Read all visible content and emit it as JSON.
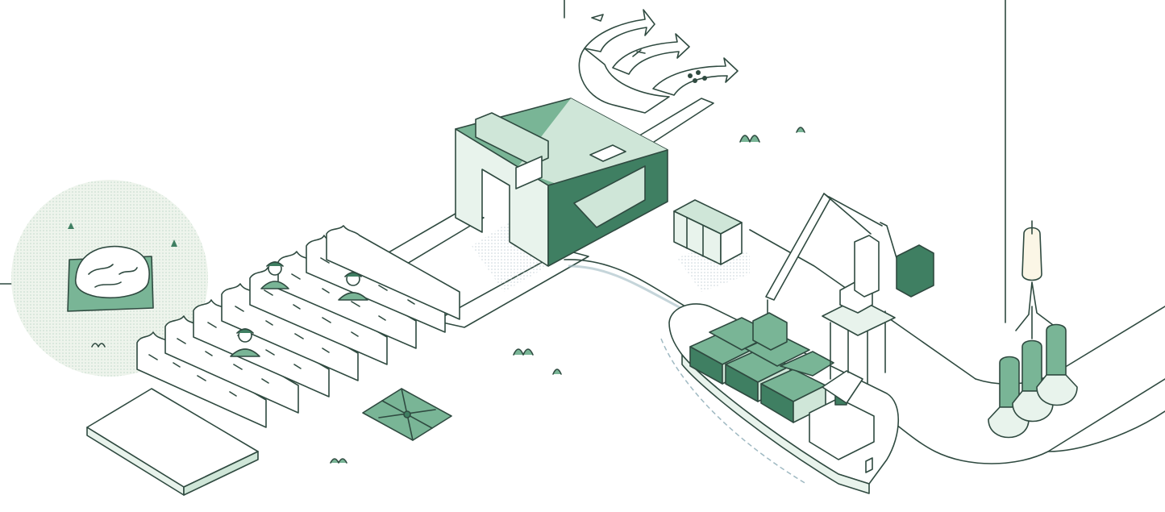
{
  "illustration": {
    "theme": "cotton supply chain",
    "stages": [
      "cotton-sample",
      "cotton-field",
      "pickers",
      "cotton-bale",
      "ginning-factory",
      "fiber-output-arrows",
      "container-ship",
      "port-crane",
      "spinning-machines"
    ],
    "palette": {
      "ink": "#2f4a40",
      "green_dark": "#3f7f62",
      "green_mid": "#79b596",
      "green_light": "#cfe6d8",
      "green_pale": "#e8f3ec",
      "cream": "#fbf6e6",
      "sample_circle": "#eef4ec",
      "water_line": "#9fb9c2",
      "white": "#ffffff"
    }
  }
}
